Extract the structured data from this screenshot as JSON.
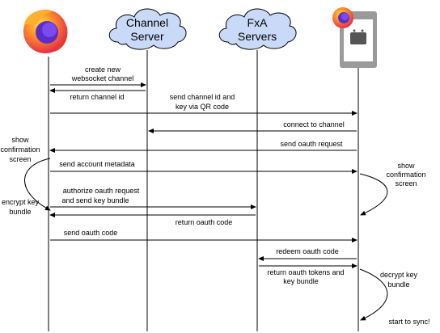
{
  "participants": [
    {
      "id": "firefox",
      "icon": "firefox-logo-icon"
    },
    {
      "id": "channel",
      "label_line1": "Channel",
      "label_line2": "Server",
      "icon": "cloud-icon"
    },
    {
      "id": "fxa",
      "label_line1": "FxA",
      "label_line2": "Servers",
      "icon": "cloud-icon"
    },
    {
      "id": "android",
      "icon": "android-tablet-firefox-icon"
    }
  ],
  "messages": [
    {
      "id": "create-channel",
      "lines": [
        "create new",
        "websocket channel"
      ]
    },
    {
      "id": "return-channel-id",
      "lines": [
        "return channel id"
      ]
    },
    {
      "id": "send-channel-qr",
      "lines": [
        "send channel id and",
        "key via QR code"
      ]
    },
    {
      "id": "connect-channel",
      "lines": [
        "connect to channel"
      ]
    },
    {
      "id": "send-oauth-request",
      "lines": [
        "send oauth request"
      ]
    },
    {
      "id": "send-account-metadata",
      "lines": [
        "send account metadata"
      ]
    },
    {
      "id": "authorize-oauth",
      "lines": [
        "authorize oauth request",
        "and send key bundle"
      ]
    },
    {
      "id": "return-oauth-code",
      "lines": [
        "return oauth code"
      ]
    },
    {
      "id": "send-oauth-code",
      "lines": [
        "send oauth code"
      ]
    },
    {
      "id": "redeem-oauth-code",
      "lines": [
        "redeem oauth code"
      ]
    },
    {
      "id": "return-oauth-tokens",
      "lines": [
        "return oauth tokens and",
        "key bundle"
      ]
    }
  ],
  "notes": [
    {
      "id": "show-confirmation-left",
      "lines": [
        "show",
        "confirmation",
        "screen"
      ]
    },
    {
      "id": "encrypt-key-bundle",
      "lines": [
        "encrypt key",
        "bundle"
      ]
    },
    {
      "id": "show-confirmation-right",
      "lines": [
        "show",
        "confirmation",
        "screen"
      ]
    },
    {
      "id": "decrypt-key-bundle",
      "lines": [
        "decrypt key",
        "bundle"
      ]
    },
    {
      "id": "start-to-sync",
      "lines": [
        "start to sync!"
      ]
    }
  ],
  "colors": {
    "line": "#000000",
    "cloud_fill": "#c9daf8",
    "firefox_orange": "#ff7139",
    "firefox_purple": "#7542e5",
    "tablet_gray": "#9a9a9a",
    "android_screen": "#555555"
  }
}
